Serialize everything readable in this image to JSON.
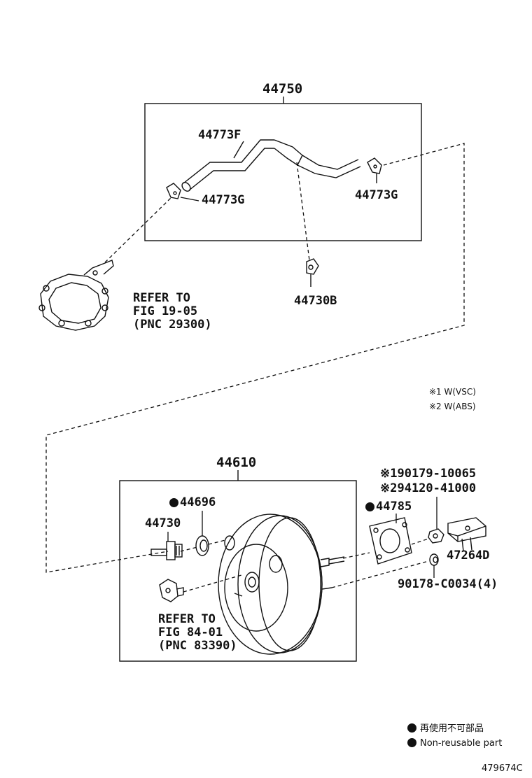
{
  "parts": {
    "p44750": "44750",
    "p44773F": "44773F",
    "p44773G_left": "44773G",
    "p44773G_right": "44773G",
    "p44730B": "44730B",
    "p44610": "44610",
    "p44696": "44696",
    "p44730": "44730",
    "p44785": "44785",
    "p19017910065": "※190179-10065",
    "p29412041000": "※294120-41000",
    "p47264D": "47264D",
    "p90178": "90178-C0034(4)"
  },
  "refs": {
    "pump_line1": "REFER TO",
    "pump_line2": "FIG 19-05",
    "pump_line3": "(PNC 29300)",
    "sensor_line1": "REFER TO",
    "sensor_line2": "FIG 84-01",
    "sensor_line3": "(PNC 83390)"
  },
  "notes": {
    "n1": "※1 W(VSC)",
    "n2": "※2 W(ABS)"
  },
  "legend": {
    "jp": "再使用不可部品",
    "en": "Non-reusable part"
  },
  "figure_id": "479674C",
  "colors": {
    "ink": "#111111",
    "paper": "#ffffff"
  }
}
